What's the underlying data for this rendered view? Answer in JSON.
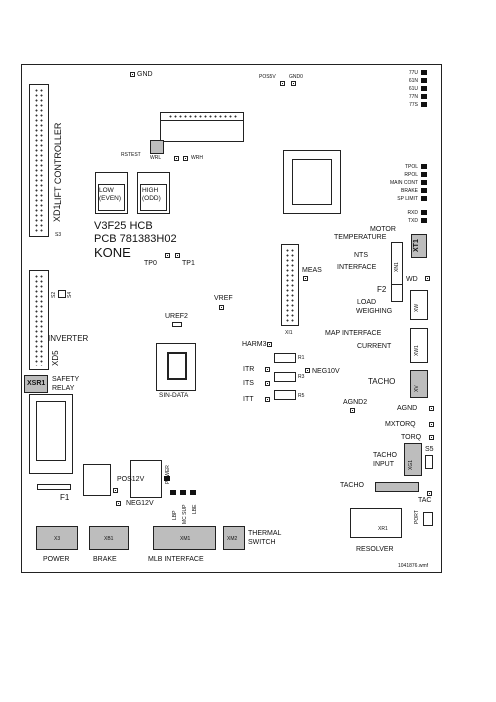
{
  "labels": {
    "gnd_top": "GND",
    "pos5v": "POS5V",
    "gnd0": "GND0",
    "l77u": "77U",
    "l61n": "61N",
    "l61u": "61U",
    "l77n": "77N",
    "l77s": "77S",
    "rstest": "RSTEST",
    "wrl": "WRL",
    "wrh": "WRH",
    "tpol": "TPOL",
    "rpol": "RPOL",
    "main_cont": "MAIN CONT",
    "brake_led": "BRAKE",
    "sp_limit": "SP LIMIT",
    "rxd": "RXD",
    "txd": "TXD",
    "lift_controller": "LIFT CONTROLLER",
    "xd1": "XD1",
    "s3": "S3",
    "low_line1": "LOW",
    "low_line2": "(EVEN)",
    "high_line1": "HIGH",
    "high_line2": "(ODD)",
    "v3f25": "V3F25  HCB",
    "pcb": "PCB 781383H02",
    "kone": "KONE",
    "tp0": "TP0",
    "tp1": "TP1",
    "motor": "MOTOR",
    "temperature": "TEMPERATURE",
    "nts": "NTS",
    "interface": "INTERFACE",
    "xt1": "XT1",
    "xn1": "XN1",
    "meas": "MEAS",
    "f2": "F2",
    "load": "LOAD",
    "weighing": "WEIGHING",
    "wd": "WD",
    "xw": "XW",
    "xi1": "XI1",
    "map_interface": "MAP INTERFACE",
    "current": "CURRENT",
    "xw1": "XW1",
    "xv": "XV",
    "s2": "S2",
    "s4": "S4",
    "vref": "VREF",
    "uref2": "UREF2",
    "xd5": "XD5",
    "inverter": "INVERTER",
    "harm3": "HARM3",
    "neg10v": "NEG10V",
    "itr": "ITR",
    "its": "ITS",
    "itt": "ITT",
    "r1": "R1",
    "r3": "R3",
    "r5": "R5",
    "tacho": "TACHO",
    "sin_data": "SIN-DATA",
    "xsr1": "XSR1",
    "safety": "SAFETY",
    "relay": "RELAY",
    "agnd2": "AGND2",
    "agnd": "AGND",
    "mxtorq": "MXTORQ",
    "torq": "TORQ",
    "tacho2": "TACHO",
    "input": "INPUT",
    "xg1": "XG1",
    "s5": "S5",
    "tacho3": "TACHO",
    "tac": "TAC",
    "port": "PORT",
    "xr1": "XR1",
    "resolver": "RESOLVER",
    "f1": "F1",
    "pos12v": "POS12V",
    "neg12v": "NEG12V",
    "power_led": "POWER",
    "lbp": "LBP",
    "mc_sup": "MC SUP",
    "lbe": "LBE",
    "x3": "X3",
    "power": "POWER",
    "xb1": "XB1",
    "brake": "BRAKE",
    "xm1": "XM1",
    "mlb_interface": "MLB INTERFACE",
    "xm2": "XM2",
    "thermal": "THERMAL",
    "switch": "SWITCH",
    "figure_id": "1041876.wmf"
  }
}
